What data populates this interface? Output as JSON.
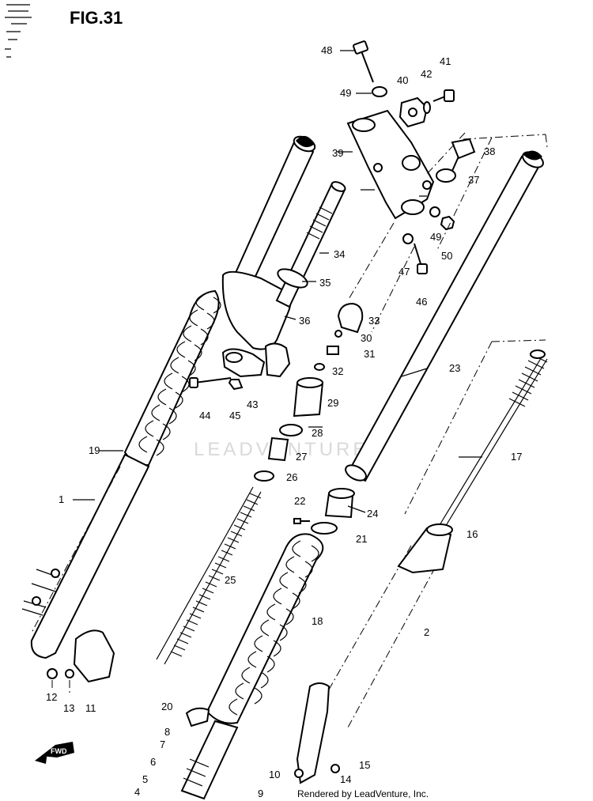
{
  "figure_title": "FIG.31",
  "watermark": "LEADVENTURE",
  "footer": "Rendered by LeadVenture, Inc.",
  "forward_arrow_label": "FWD",
  "part_labels": [
    "48",
    "41",
    "49",
    "40",
    "42",
    "39",
    "38",
    "37",
    "34",
    "49",
    "50",
    "47",
    "35",
    "46",
    "36",
    "33",
    "30",
    "31",
    "32",
    "23",
    "44",
    "45",
    "43",
    "29",
    "28",
    "19",
    "27",
    "17",
    "1",
    "26",
    "22",
    "24",
    "21",
    "16",
    "25",
    "18",
    "2",
    "12",
    "13",
    "11",
    "20",
    "8",
    "7",
    "6",
    "5",
    "4",
    "10",
    "15",
    "14",
    "9"
  ]
}
